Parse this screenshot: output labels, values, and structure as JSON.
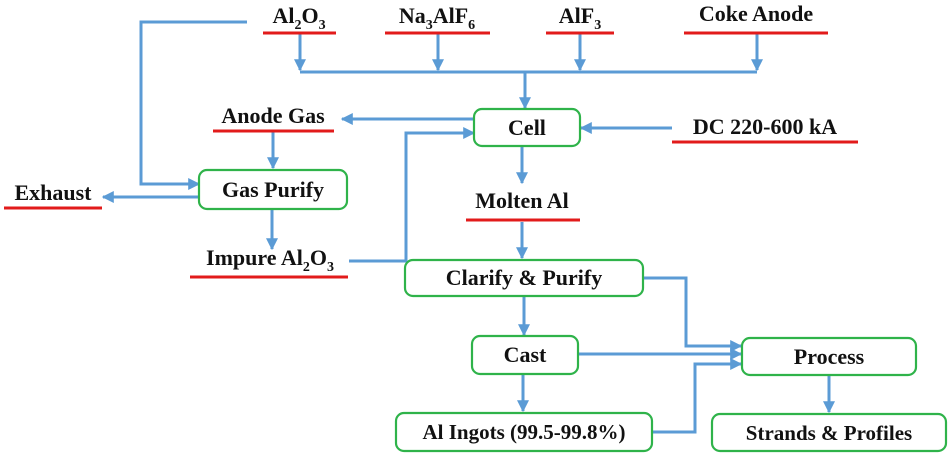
{
  "inputs": {
    "al2o3": {
      "base": "Al",
      "sub1": "2",
      "mid": "O",
      "sub2": "3"
    },
    "cryolite": {
      "base": "Na",
      "sub1": "3",
      "mid": "AlF",
      "sub2": "6"
    },
    "alf3": {
      "base": "AlF",
      "sub1": "3"
    },
    "coke_anode": "Coke Anode"
  },
  "labels": {
    "anode_gas": "Anode Gas",
    "exhaust": "Exhaust",
    "dc_power": "DC 220-600 kA",
    "molten_al": "Molten Al",
    "impure_al2o3": {
      "base": "Impure Al",
      "sub1": "2",
      "mid": "O",
      "sub2": "3"
    }
  },
  "steps": {
    "cell": "Cell",
    "gas_purify": "Gas Purify",
    "clarify_purify": "Clarify & Purify",
    "cast": "Cast",
    "process": "Process",
    "al_ingots": "Al Ingots (99.5-99.8%)",
    "strands_profiles": "Strands & Profiles"
  },
  "colors": {
    "arrow": "#5b9bd5",
    "box_border": "#2fb34a",
    "underline": "#e21b1b",
    "text": "#111111"
  }
}
